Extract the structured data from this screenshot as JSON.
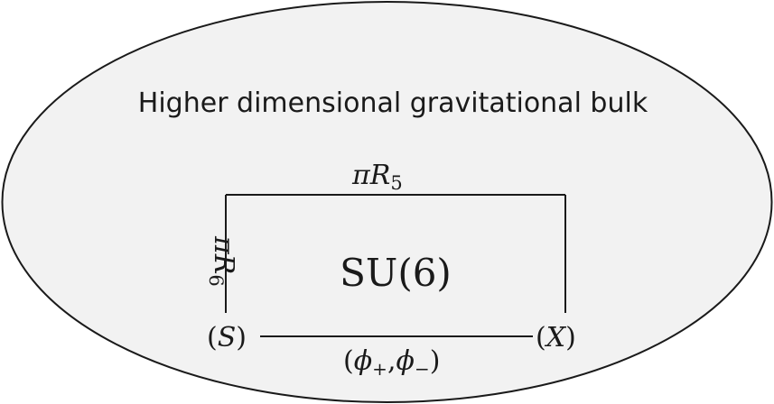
{
  "diagram": {
    "bulk_label": "Higher dimensional gravitational bulk",
    "top_label": {
      "symbol": "πR",
      "subscript": "5"
    },
    "side_label": {
      "symbol": "πR",
      "subscript": "6"
    },
    "center_label": "SU(6)",
    "left_corner": {
      "open": "(",
      "symbol": "S",
      "close": ")"
    },
    "right_corner": {
      "open": "(",
      "symbol": "X",
      "close": ")"
    },
    "bottom_label": {
      "open": "(",
      "phi1": "ϕ",
      "sub1": "+",
      "comma": ",",
      "phi2": "ϕ",
      "sub2": "−",
      "close": ")"
    }
  },
  "colors": {
    "ellipse_fill": "#f2f2f2",
    "stroke": "#1a1a1a",
    "text": "#1a1a1a"
  }
}
